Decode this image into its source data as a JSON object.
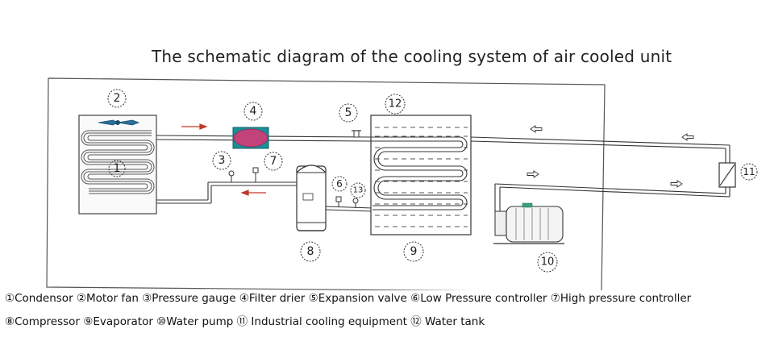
{
  "title": "The schematic diagram of the cooling system of air cooled unit",
  "numbers": {
    "n1": "1",
    "n2": "2",
    "n3": "3",
    "n4": "4",
    "n5": "5",
    "n6": "6",
    "n7": "7",
    "n8": "8",
    "n9": "9",
    "n10": "10",
    "n11": "11",
    "n12": "12",
    "n13": "13"
  },
  "legend": {
    "line1": "①Condensor ②Motor fan ③Pressure gauge ④Filter drier ⑤Expansion valve ⑥Low Pressure controller ⑦High pressure controller",
    "line2": "⑧Compressor ⑨Evaporator ⑩Water pump  ⑪ Industrial cooling equipment ⑫ Water tank"
  },
  "colors": {
    "filter_drier": "#c2427a",
    "filter_drier_border": "#1a8f96",
    "flow_arrow": "#c0392b",
    "line": "#333333"
  },
  "icons": {
    "flow_arrow": "red-arrow-icon",
    "water_arrow": "outline-arrow-icon"
  }
}
